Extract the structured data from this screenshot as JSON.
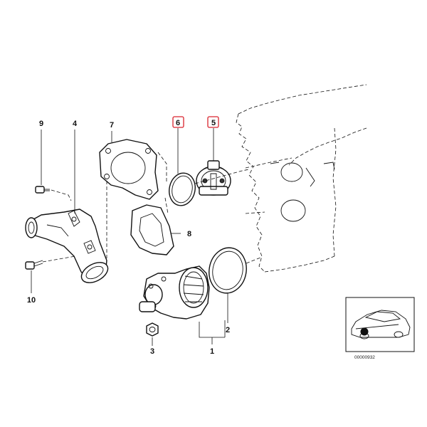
{
  "callouts": {
    "c1": "1",
    "c2": "2",
    "c3": "3",
    "c4": "4",
    "c5": "5",
    "c6": "6",
    "c7": "7",
    "c8": "8",
    "c9": "9",
    "c10": "10"
  },
  "highlight_color": "#d9232d",
  "inset": {
    "code": "00000932"
  }
}
